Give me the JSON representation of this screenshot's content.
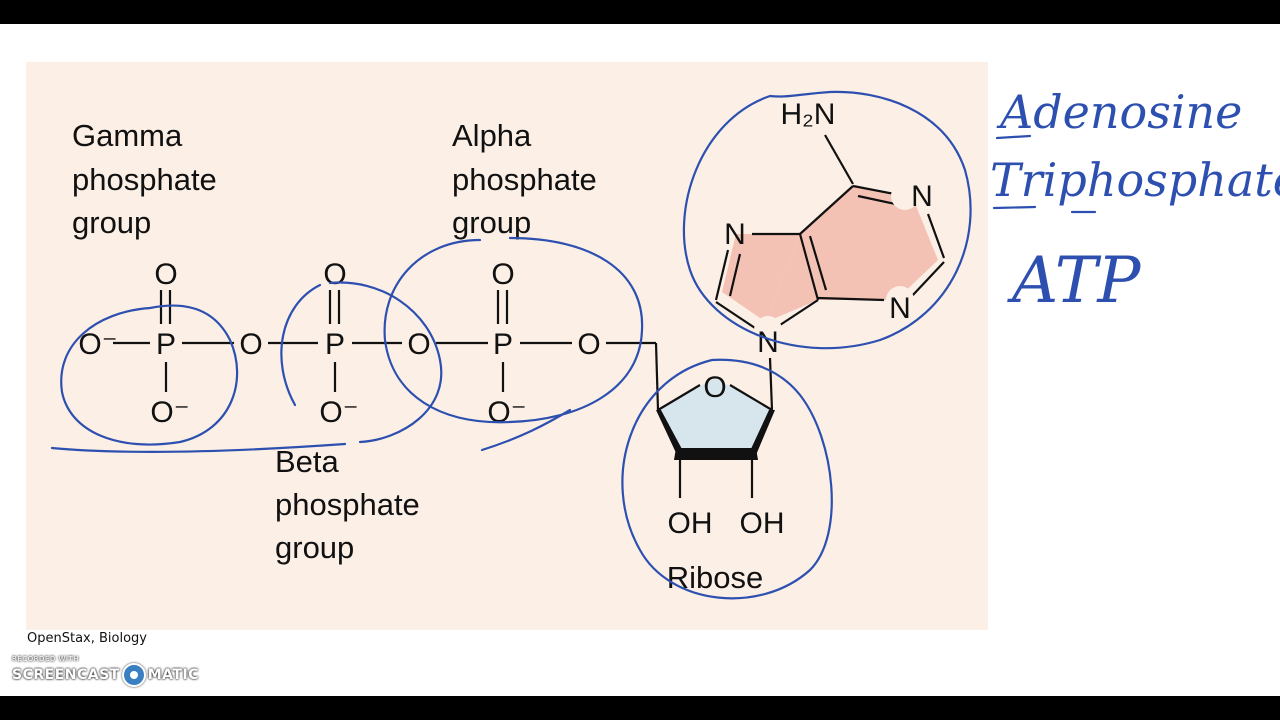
{
  "diagram": {
    "labels": {
      "gamma": [
        "Gamma",
        "phosphate",
        "group"
      ],
      "alpha": [
        "Alpha",
        "phosphate",
        "group"
      ],
      "beta": [
        "Beta",
        "phosphate",
        "group"
      ],
      "ribose": "Ribose"
    },
    "atoms": {
      "O": "O",
      "O_minus": "O⁻",
      "P": "P",
      "N": "N",
      "OH": "OH",
      "H2N": "H₂N"
    }
  },
  "annotations": {
    "line1": "Adenosine",
    "line2": "Triphosphate",
    "line3": "ATP"
  },
  "credit": "OpenStax, Biology",
  "watermark": {
    "top": "RECORDED WITH",
    "left": "SCREENCAST",
    "right": "MATIC"
  },
  "colors": {
    "annotation_ink": "#2d50b0",
    "panel_background": "#fbefe6",
    "adenine_fill": "#f4c2b4",
    "ribose_fill": "#d6e6ec"
  }
}
